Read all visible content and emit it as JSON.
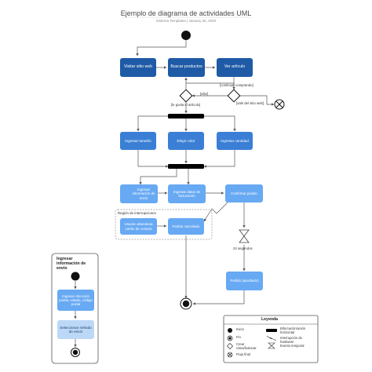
{
  "header": {
    "title": "Ejemplo de diagrama de actividades UML",
    "subtitle": "Sistema Templates  |  January 26, 2020"
  },
  "nodes": {
    "visit": "Visitar sitio web",
    "search": "Buscar productos",
    "view": "Ver artículo",
    "size": "Ingresar tamaño",
    "color": "Elegir color",
    "qty": "Ingresar cantidad",
    "shipping": "Ingresar información de envío",
    "billing": "Ingresar datos de facturación",
    "confirm": "Confirmar pedido",
    "abandon": "Usuario abandona carrito de compra",
    "cancelled": "Pedido cancelado",
    "paid": "Pedido (aprobado)"
  },
  "labels": {
    "else": "[else]",
    "continue_shopping": "[continuar comprando]",
    "like_item": "[le gusta el artículo]",
    "exit_site": "[salir del sitio web]",
    "timer": "24 segundos",
    "region": "Región de interrupciones"
  },
  "subpanel": {
    "title": "Ingresar información de envío",
    "step1": "Ingresar dirección postal, estado, código postal",
    "step2": "Seleccionar método de envío"
  },
  "legend": {
    "title": "Leyenda",
    "items": {
      "initial": "Inicio",
      "final": "Fin",
      "decision": "Crear rama/fusionar",
      "flow_final": "Flujo final",
      "fork": "Bifurcación/unión horizontal",
      "interrupt": "Interrupción de hardware",
      "timer_event": "Evento temporal"
    }
  },
  "colors": {
    "dark": "#1f5aa6",
    "mid": "#3a7fd5",
    "light": "#67a9f3",
    "pale": "#bcd8f7",
    "line": "#555555"
  }
}
